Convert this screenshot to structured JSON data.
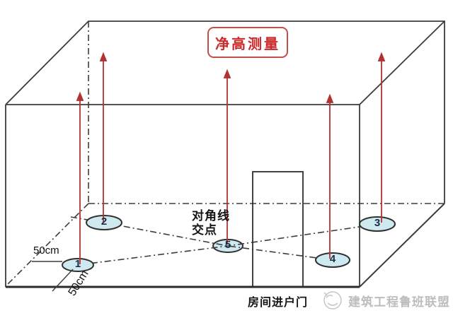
{
  "diagram": {
    "title": "净高测量",
    "points": [
      {
        "label": "1"
      },
      {
        "label": "2"
      },
      {
        "label": "3"
      },
      {
        "label": "4"
      },
      {
        "label": "5"
      }
    ],
    "annotations": {
      "diagonal_label_line1": "对角线",
      "diagonal_label_line2": "交点",
      "left_offset_dim": "50cm",
      "front_offset_dim": "50cm",
      "door_label": "房间进户门"
    },
    "watermark": "建筑工程鲁班联盟",
    "colors": {
      "arrow_red": "#b23232",
      "title_red": "#cc2a2a",
      "title_border": "#c0504d",
      "point_fill": "#cfe9f0",
      "line_dark": "#3c3c3c",
      "watermark_gray": "#bdbdbd"
    }
  }
}
